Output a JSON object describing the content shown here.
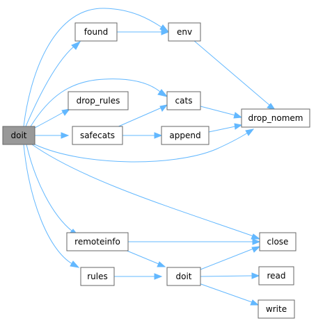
{
  "graph": {
    "edge_color": "#63b8ff",
    "root_fill": "#999999",
    "node_border": "#666666",
    "nodes": {
      "doit_root": "doit",
      "found": "found",
      "env": "env",
      "drop_rules": "drop_rules",
      "cats": "cats",
      "safecats": "safecats",
      "append": "append",
      "drop_nomem": "drop_nomem",
      "remoteinfo": "remoteinfo",
      "close": "close",
      "rules": "rules",
      "doit_inner": "doit",
      "read": "read",
      "write": "write"
    },
    "edges": [
      [
        "doit_root",
        "env"
      ],
      [
        "doit_root",
        "found"
      ],
      [
        "doit_root",
        "cats"
      ],
      [
        "doit_root",
        "drop_rules"
      ],
      [
        "doit_root",
        "safecats"
      ],
      [
        "doit_root",
        "drop_nomem"
      ],
      [
        "doit_root",
        "close"
      ],
      [
        "doit_root",
        "remoteinfo"
      ],
      [
        "doit_root",
        "rules"
      ],
      [
        "found",
        "env"
      ],
      [
        "env",
        "drop_nomem"
      ],
      [
        "cats",
        "drop_nomem"
      ],
      [
        "safecats",
        "cats"
      ],
      [
        "safecats",
        "append"
      ],
      [
        "append",
        "drop_nomem"
      ],
      [
        "remoteinfo",
        "close"
      ],
      [
        "remoteinfo",
        "doit_inner"
      ],
      [
        "rules",
        "doit_inner"
      ],
      [
        "doit_inner",
        "close"
      ],
      [
        "doit_inner",
        "read"
      ],
      [
        "doit_inner",
        "write"
      ]
    ]
  }
}
